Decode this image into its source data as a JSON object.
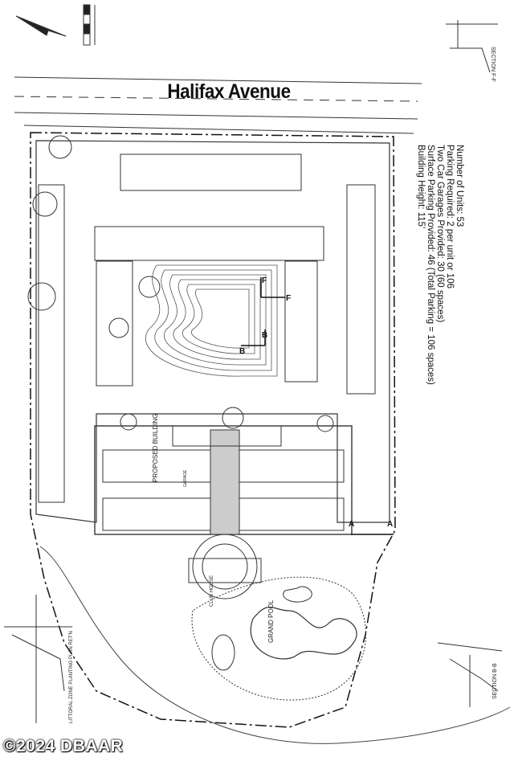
{
  "site_plan": {
    "street_name": "Halifax Avenue",
    "building_label": "PROPOSED BUILDING",
    "clubhouse_label": "CLUB HOUSE",
    "pool_label": "GRAND POOL",
    "section_f": "SECTION F-F",
    "section_b": "SECTION B-B",
    "littoral_label": "LITTORAL ZONE PLANTING PLAN RET'N",
    "garage_label": "GARAGE",
    "section_markers": [
      "F",
      "F",
      "B",
      "B",
      "A",
      "A"
    ]
  },
  "parking_summary": {
    "units": "Number of Units: 53",
    "required": "Parking Required: 2 per unit or 106",
    "garages": "Two Car Garages Provided: 30 (60 spaces)",
    "surface": "Surface Parking Provided: 46  (Total Parking = 106 spaces)",
    "height": "Building Height: 115'"
  },
  "watermark": "©2024 DBAAR"
}
